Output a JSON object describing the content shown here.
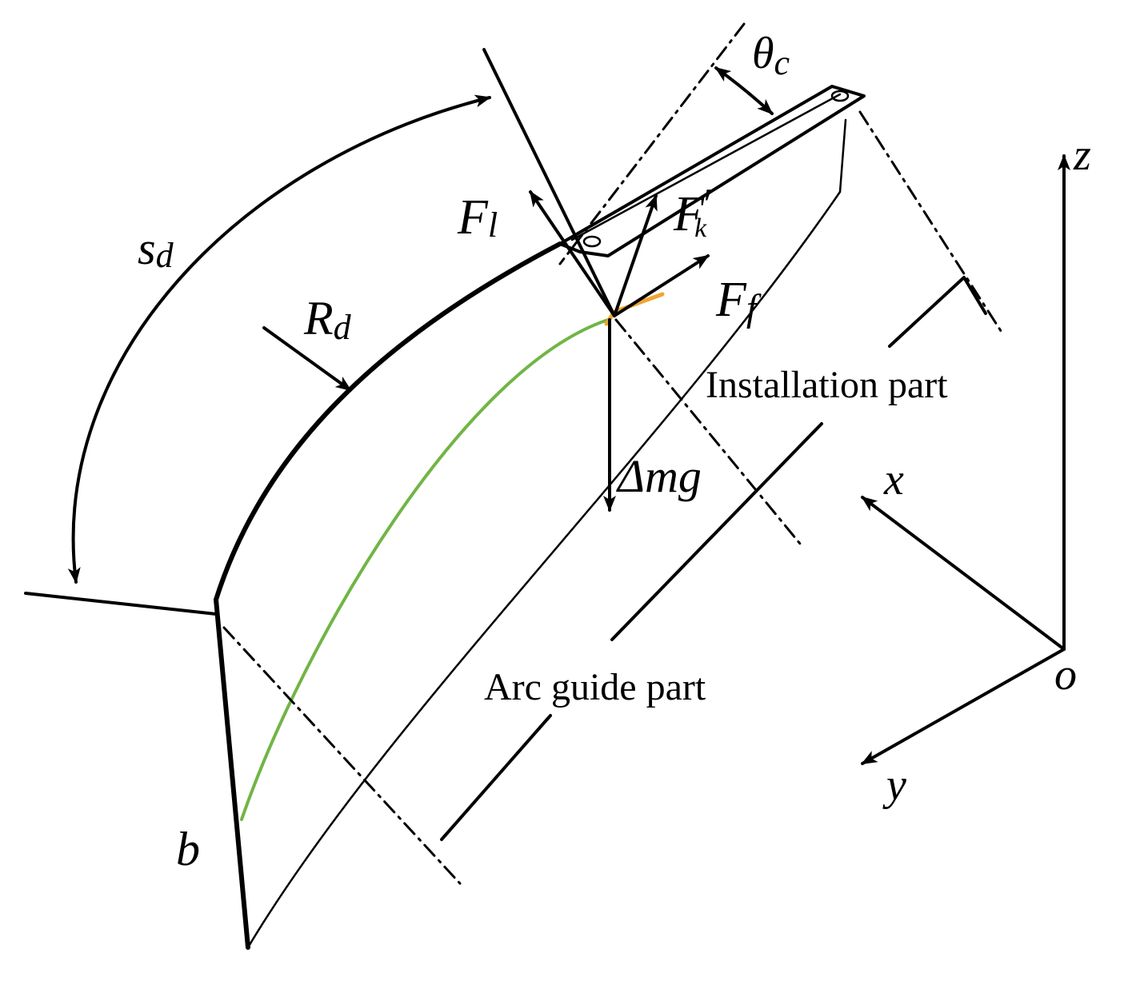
{
  "labels": {
    "s_main": "s",
    "s_sub": "d",
    "R_main": "R",
    "R_sub": "d",
    "F_l_main": "F",
    "F_l_sub": "l",
    "F_k_main": "F",
    "F_k_sub": "k",
    "F_k_prime": "′",
    "F_f_main": "F",
    "F_f_sub": "f",
    "delta_mg": "Δmg",
    "theta_main": "θ",
    "theta_sub": "c",
    "installation": "Installation part",
    "arc_guide": "Arc guide part",
    "b": "b",
    "x": "x",
    "y": "y",
    "z": "z",
    "o": "o"
  },
  "colors": {
    "line": "#000000",
    "trajectory": "#71b545",
    "friction_segment": "#f0a630"
  }
}
